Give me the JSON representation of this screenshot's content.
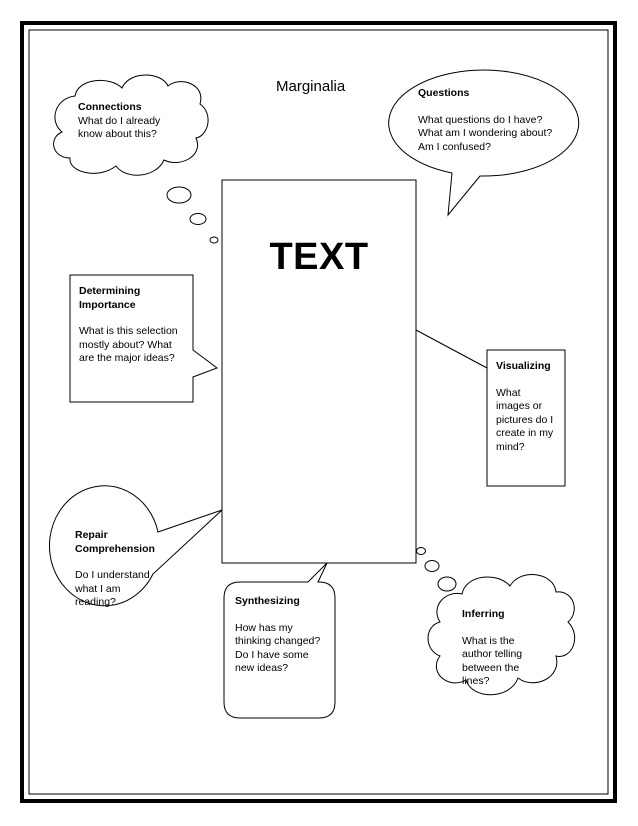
{
  "title": "Marginalia",
  "center": {
    "label": "TEXT"
  },
  "callouts": {
    "connections": {
      "heading": "Connections",
      "body": "What do I already\nknow about this?"
    },
    "questions": {
      "heading": "Questions",
      "body": "What questions do I have?\nWhat am I wondering about?\nAm I confused?"
    },
    "determining_importance": {
      "heading": "Determining\nImportance",
      "body": "What is this selection\nmostly about? What\nare the major ideas?"
    },
    "visualizing": {
      "heading": "Visualizing",
      "body": "What\nimages or\npictures do I\ncreate in my\nmind?"
    },
    "repair_comprehension": {
      "heading": "Repair\nComprehension",
      "body": "Do I understand\nwhat I am\nreading?"
    },
    "synthesizing": {
      "heading": "Synthesizing",
      "body": "How has my\nthinking changed?\nDo I have some\nnew ideas?"
    },
    "inferring": {
      "heading": "Inferring",
      "body": "What is the\nauthor telling\nbetween the\nlines?"
    }
  }
}
